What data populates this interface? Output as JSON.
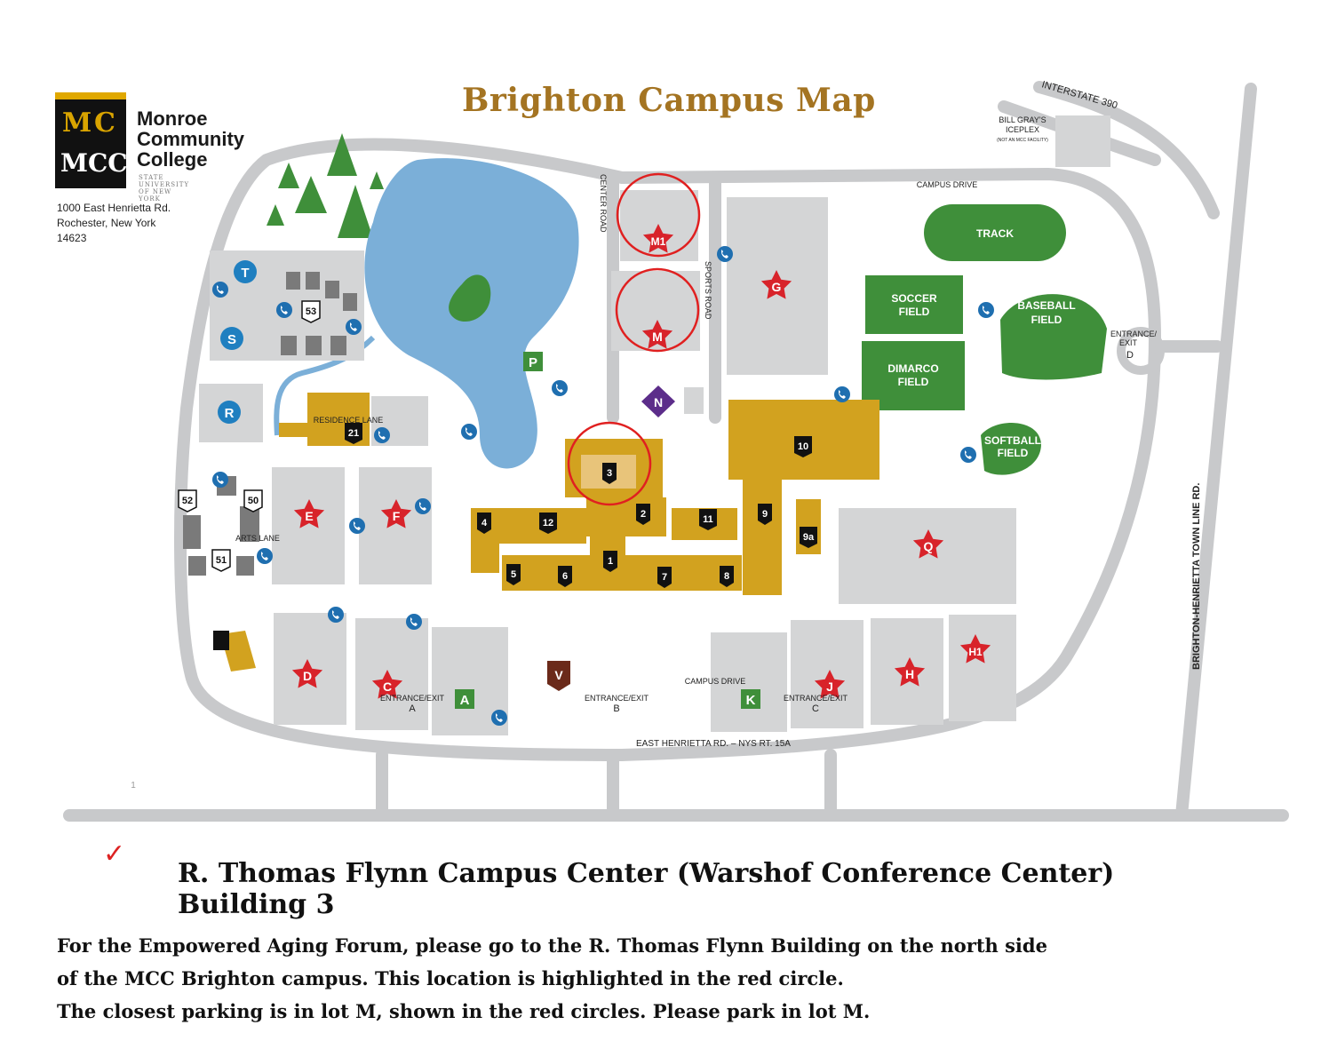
{
  "title": "Brighton Campus Map",
  "logo": {
    "mark_top": "M",
    "mark_top_right": "C",
    "mark_bottom": "MCC",
    "name_line1": "Monroe",
    "name_line2": "Community",
    "name_line3": "College",
    "suny_line1": "STATE UNIVERSITY",
    "suny_line2": "OF NEW YORK"
  },
  "address": {
    "line1": "1000 East Henrietta Rd.",
    "line2": "Rochester, New York",
    "line3": "14623"
  },
  "map_labels": {
    "interstate": "INTERSTATE 390",
    "iceplex_line1": "BILL GRAY'S",
    "iceplex_line2": "ICEPLEX",
    "iceplex_note": "(NOT AN MCC FACILITY)",
    "campus_drive_north": "CAMPUS DRIVE",
    "campus_drive_south": "CAMPUS DRIVE",
    "center_road": "CENTER ROAD",
    "sports_road": "SPORTS ROAD",
    "residence_lane": "RESIDENCE LANE",
    "arts_lane": "ARTS LANE",
    "town_line_rd": "BRIGHTON-HENRIETTA TOWN LINE RD.",
    "east_henrietta": "EAST HENRIETTA RD. – NYS RT. 15A",
    "entrance_a": "ENTRANCE/EXIT",
    "entrance_a_letter": "A",
    "entrance_b": "ENTRANCE/EXIT",
    "entrance_b_letter": "B",
    "entrance_c": "ENTRANCE/EXIT",
    "entrance_c_letter": "C",
    "entrance_d_line1": "ENTRANCE/",
    "entrance_d_line2": "EXIT",
    "entrance_d_letter": "D",
    "page_number": "1"
  },
  "fields": {
    "track": "TRACK",
    "soccer_line1": "SOCCER",
    "soccer_line2": "FIELD",
    "dimarco_line1": "DIMARCO",
    "dimarco_line2": "FIELD",
    "baseball_line1": "BASEBALL",
    "baseball_line2": "FIELD",
    "softball_line1": "SOFTBALL",
    "softball_line2": "FIELD"
  },
  "parking_lots": [
    "M1",
    "M",
    "G",
    "E",
    "F",
    "Q",
    "D",
    "C",
    "J",
    "H",
    "H1"
  ],
  "parking_circles": [
    "T",
    "S",
    "R"
  ],
  "special_lots": {
    "P": "P",
    "A": "A",
    "K": "K",
    "N": "N",
    "V": "V"
  },
  "buildings": [
    "1",
    "2",
    "3",
    "4",
    "5",
    "6",
    "7",
    "8",
    "9",
    "9a",
    "10",
    "11",
    "12",
    "21",
    "50",
    "51",
    "52",
    "53"
  ],
  "caption": {
    "line1": "R. Thomas Flynn Campus Center (Warshof Conference Center)",
    "line2": "Building 3"
  },
  "check_mark": "✓",
  "info": {
    "line1": "For the Empowered Aging Forum, please go to the R. Thomas Flynn Building on the north side",
    "line2": "of the MCC Brighton campus. This location is highlighted in the red circle.",
    "line3": "The closest parking is in lot M, shown in the red circles. Please park in lot M."
  },
  "colors": {
    "title": "#a47422",
    "road": "#c8c9cb",
    "lot": "#d4d5d6",
    "building": "#d2a21f",
    "field": "#3f8f3a",
    "pond": "#7bafd8",
    "lot_star": "#d8232a",
    "highlight": "#e02020",
    "phone": "#1f6fb0",
    "circle_lot": "#1f7fc0"
  }
}
